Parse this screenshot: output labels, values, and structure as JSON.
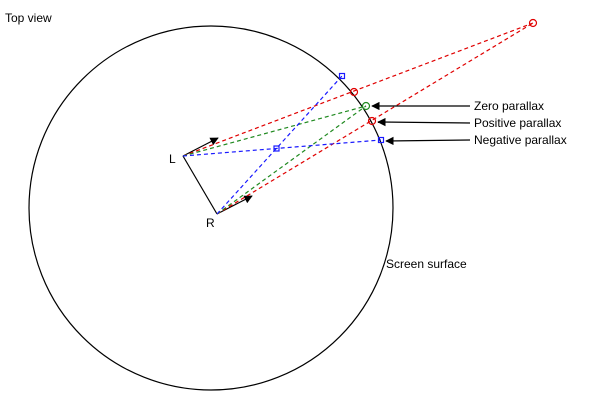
{
  "diagram": {
    "view_label": "Top view",
    "eye_left_label": "L",
    "eye_right_label": "R",
    "screen_label": "Screen surface",
    "annotations": [
      {
        "text": "Zero parallax"
      },
      {
        "text": "Positive parallax"
      },
      {
        "text": "Negative parallax"
      }
    ]
  },
  "colors": {
    "positive_parallax": "#e00000",
    "zero_parallax": "#208a20",
    "negative_parallax": "#1a1aff",
    "screen": "#000000"
  }
}
